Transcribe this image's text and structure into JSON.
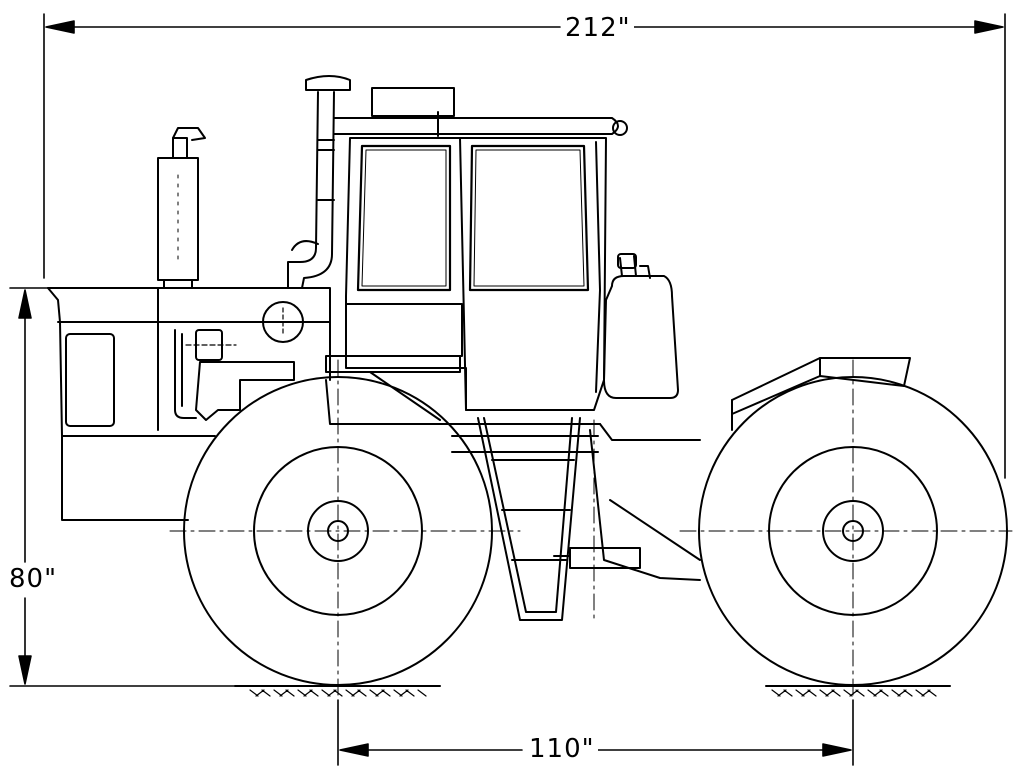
{
  "dimensions": {
    "overall_length": "212\"",
    "overall_height": "80\"",
    "wheelbase": "110\""
  }
}
